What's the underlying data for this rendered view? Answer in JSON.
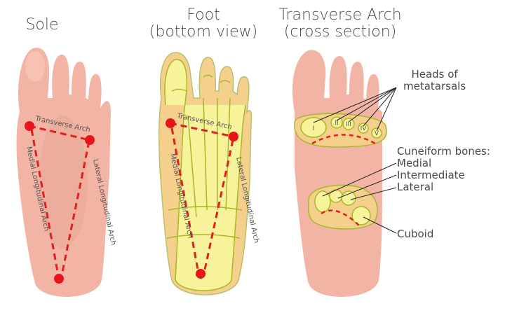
{
  "panels": {
    "sole": {
      "title": "Sole"
    },
    "foot": {
      "title_line1": "Foot",
      "title_line2": "(bottom view)"
    },
    "transverse": {
      "title_line1": "Transverse Arch",
      "title_line2": "(cross section)"
    }
  },
  "arch_labels": {
    "transverse": "Transverse Arch",
    "medial": "Medial Longitudinal Arch",
    "lateral": "Lateral Longitudinal Arch"
  },
  "cross_section": {
    "metatarsal_heads_label_1": "Heads of",
    "metatarsal_heads_label_2": "metatarsals",
    "metatarsal_numerals": [
      "I",
      "II",
      "III",
      "IV",
      "V"
    ],
    "cuneiform_title": "Cuneiform bones:",
    "cuneiform_medial": "Medial",
    "cuneiform_intermediate": "Intermediate",
    "cuneiform_lateral": "Lateral",
    "cuboid": "Cuboid"
  },
  "colors": {
    "skin": "#f2b5a5",
    "skin_dark": "#e8a593",
    "bone": "#f7f39a",
    "bone_outline": "#a8b82a",
    "tissue": "#f5cf8c",
    "arch_marker": "#e8141a",
    "text": "#4a4a4a"
  }
}
